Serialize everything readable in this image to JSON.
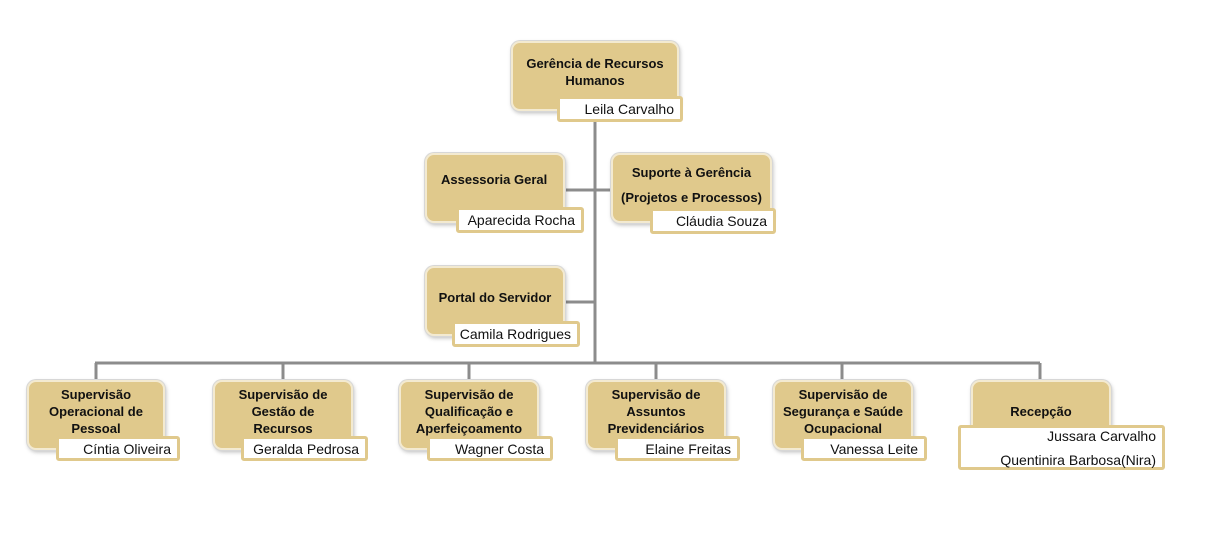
{
  "org_chart": {
    "root": {
      "title": "Gerência de Recursos Humanos",
      "person": "Leila Carvalho"
    },
    "assistants": [
      {
        "title": "Assessoria Geral",
        "person": "Aparecida Rocha"
      },
      {
        "title_line1": "Suporte à Gerência",
        "title_line2": "(Projetos e Processos)",
        "person": "Cláudia Souza"
      },
      {
        "title": "Portal do Servidor",
        "person": "Camila Rodrigues"
      }
    ],
    "units": [
      {
        "title": "Supervisão Operacional de Pessoal",
        "person": "Cíntia Oliveira"
      },
      {
        "title": "Supervisão  de Gestão de Recursos Humanos",
        "person": "Geralda Pedrosa"
      },
      {
        "title": "Supervisão de Qualificação e Aperfeiçoamento",
        "person": "Wagner Costa"
      },
      {
        "title": "Supervisão de Assuntos Previdenciários",
        "person": "Elaine Freitas"
      },
      {
        "title": "Supervisão de Segurança e Saúde Ocupacional",
        "person": "Vanessa Leite"
      },
      {
        "title": "Recepção",
        "persons": [
          "Jussara Carvalho",
          "Quentinira Barbosa(Nira)"
        ]
      }
    ]
  },
  "colors": {
    "box_fill": "#e0c98c",
    "connector": "#8c8c8c",
    "name_tag_border": "#e0c98c"
  }
}
